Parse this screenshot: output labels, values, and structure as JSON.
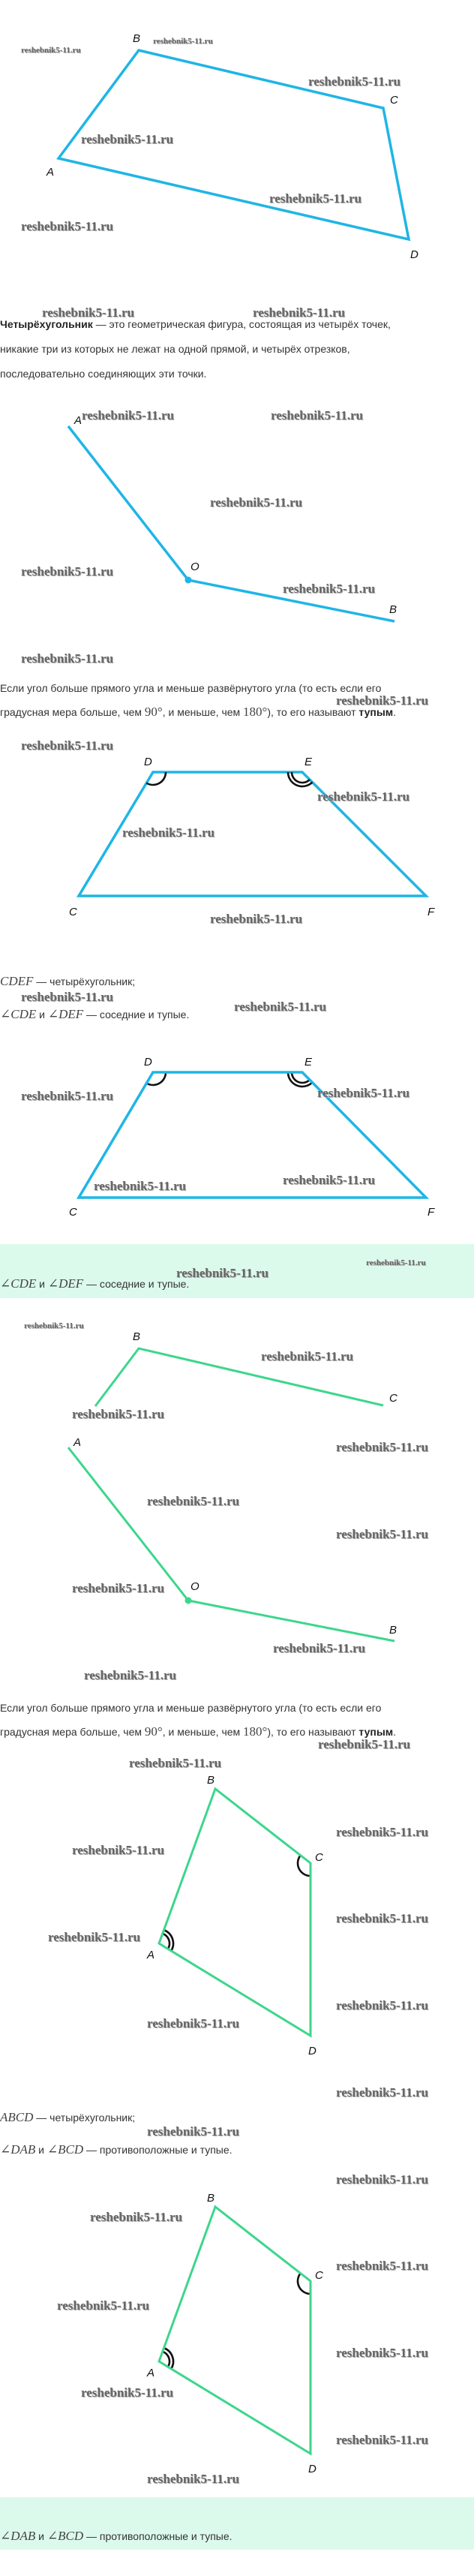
{
  "watermark": "reshebnik5-11.ru",
  "definition": {
    "term": "Четырёхугольник",
    "line1_rest": " — это геометрическая фигура, состоящая из четырёх точек,",
    "line2": "никакие три из которых не лежат на одной прямой, и четырёх отрезков,",
    "line3": "последовательно соединяющих эти точки."
  },
  "obtuse_rule": {
    "line1": "Если угол больше прямого угла и меньше развёрнутого угла (то есть если его",
    "line2_a": "градусная мера больше, чем ",
    "deg90": "90°",
    "line2_b": ", и меньше, чем ",
    "deg180": "180°",
    "line2_c": "), то его называют ",
    "term": "тупым",
    "end": "."
  },
  "labels": {
    "A": "A",
    "B": "B",
    "C": "C",
    "D": "D",
    "E": "E",
    "F": "F",
    "O": "O"
  },
  "example1": {
    "shape": "CDEF",
    "shape_desc": " — четырёхугольник;",
    "angle1": "∠CDE",
    "and": " и ",
    "angle2": "∠DEF",
    "desc": " — соседние и тупые."
  },
  "example2": {
    "shape": "ABCD",
    "shape_desc": " — четырёхугольник;",
    "angle1": "∠DAB",
    "and": " и ",
    "angle2": "∠BCD",
    "desc": " — противоположные и тупые."
  },
  "colors": {
    "blue": "#1fb5e6",
    "green": "#3dd68c",
    "highlight": "#dcfaec"
  }
}
